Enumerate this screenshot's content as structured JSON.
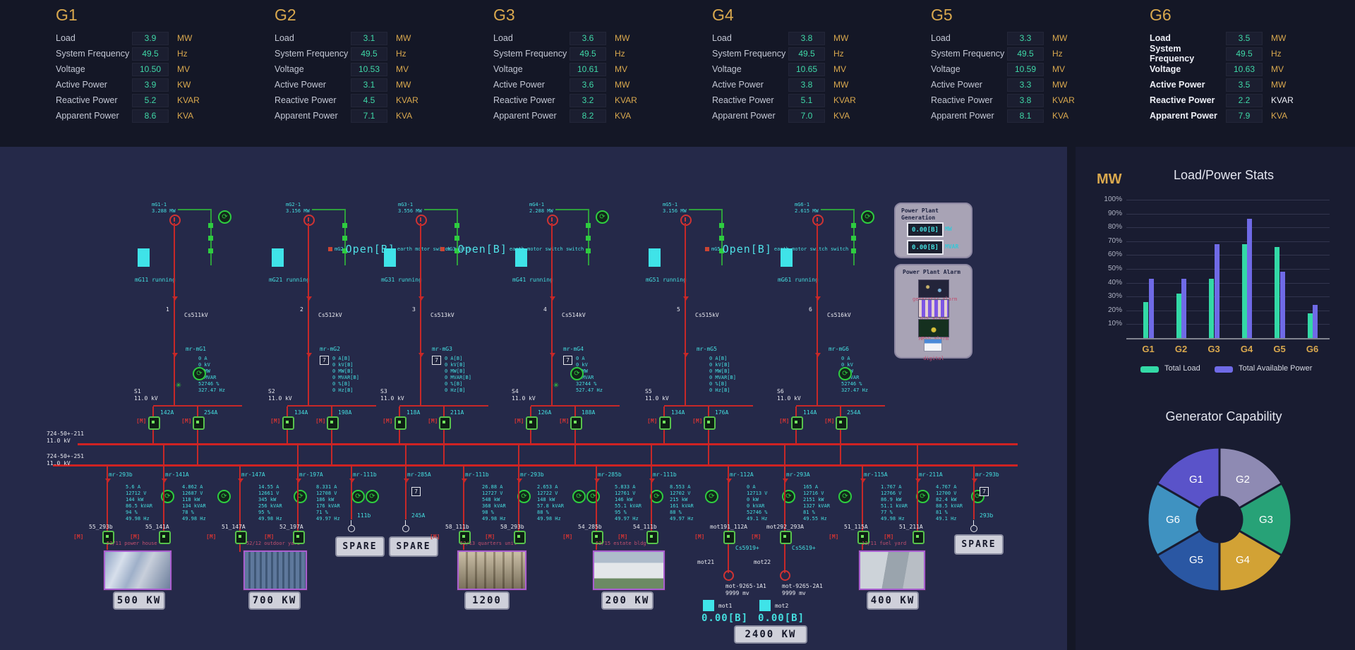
{
  "header": {
    "row_labels": [
      "Load",
      "System Frequency",
      "Voltage",
      "Active Power",
      "Reactive Power",
      "Apparent Power"
    ],
    "generators": [
      {
        "name": "G1",
        "highlight": false,
        "rows": [
          [
            "3.9",
            "MW"
          ],
          [
            "49.5",
            "Hz"
          ],
          [
            "10.50",
            "MV"
          ],
          [
            "3.9",
            "KW"
          ],
          [
            "5.2",
            "KVAR"
          ],
          [
            "8.6",
            "KVA"
          ]
        ]
      },
      {
        "name": "G2",
        "highlight": false,
        "rows": [
          [
            "3.1",
            "MW"
          ],
          [
            "49.5",
            "Hz"
          ],
          [
            "10.53",
            "MV"
          ],
          [
            "3.1",
            "MW"
          ],
          [
            "4.5",
            "KVAR"
          ],
          [
            "7.1",
            "KVA"
          ]
        ]
      },
      {
        "name": "G3",
        "highlight": false,
        "rows": [
          [
            "3.6",
            "MW"
          ],
          [
            "49.5",
            "Hz"
          ],
          [
            "10.61",
            "MV"
          ],
          [
            "3.6",
            "MW"
          ],
          [
            "3.2",
            "KVAR"
          ],
          [
            "8.2",
            "KVA"
          ]
        ]
      },
      {
        "name": "G4",
        "highlight": false,
        "rows": [
          [
            "3.8",
            "MW"
          ],
          [
            "49.5",
            "Hz"
          ],
          [
            "10.65",
            "MV"
          ],
          [
            "3.8",
            "MW"
          ],
          [
            "5.1",
            "KVAR"
          ],
          [
            "7.0",
            "KVA"
          ]
        ]
      },
      {
        "name": "G5",
        "highlight": false,
        "rows": [
          [
            "3.3",
            "MW"
          ],
          [
            "49.5",
            "Hz"
          ],
          [
            "10.59",
            "MV"
          ],
          [
            "3.3",
            "MW"
          ],
          [
            "3.8",
            "KVAR"
          ],
          [
            "8.1",
            "KVA"
          ]
        ]
      },
      {
        "name": "G6",
        "highlight": true,
        "rows": [
          [
            "3.5",
            "MW"
          ],
          [
            "49.5",
            "Hz"
          ],
          [
            "10.63",
            "MV"
          ],
          [
            "3.5",
            "MW"
          ],
          [
            "2.2",
            "KVAR"
          ],
          [
            "7.9",
            "KVA"
          ]
        ]
      }
    ]
  },
  "sidebar": {
    "bar_chart_unit": "MW"
  },
  "chart_data": [
    {
      "type": "bar",
      "title": "Load/Power Stats",
      "categories": [
        "G1",
        "G2",
        "G3",
        "G4",
        "G5",
        "G6"
      ],
      "series": [
        {
          "name": "Total Load",
          "color": "#33d9a6",
          "values": [
            26,
            32,
            43,
            68,
            66,
            18
          ]
        },
        {
          "name": "Total Available Power",
          "color": "#6f6ae6",
          "values": [
            43,
            43,
            68,
            86,
            48,
            24
          ]
        }
      ],
      "ylabel": "MW",
      "ytick_labels": [
        "100%",
        "90%",
        "80%",
        "70%",
        "60%",
        "50%",
        "40%",
        "30%",
        "20%",
        "10%"
      ],
      "ylim": [
        0,
        100
      ],
      "grid": true,
      "legend_position": "bottom"
    },
    {
      "type": "pie",
      "title": "Generator Capability",
      "labels": [
        "G2",
        "G3",
        "G4",
        "G5",
        "G6",
        "G1"
      ],
      "values": [
        1,
        1,
        1,
        1,
        1,
        1
      ],
      "colors": [
        "#8e8ab3",
        "#27a277",
        "#d2a235",
        "#2a57a3",
        "#3f92c1",
        "#5a53c9"
      ],
      "donut_hole": 0.3
    }
  ],
  "diagram": {
    "bus_labels": [
      {
        "line1": "724-50+-211",
        "line2": "11.0 kV"
      },
      {
        "line1": "724-50+-251",
        "line2": "11.0 kV"
      }
    ],
    "generator_columns": [
      {
        "x": 247,
        "tag": "mG1-1",
        "mw": "3.288 MW",
        "running": "mG11 running",
        "open": null,
        "motor_icon": true,
        "star": true,
        "meter_tag": "mr-mG1",
        "meter": [
          "0 A",
          "0 kV",
          "0 MW",
          "0 MVAR",
          "52746 %",
          "327.47 Hz"
        ],
        "bicon": false,
        "digit": "1",
        "cs": "Cs511kV",
        "junction": "S1",
        "junction_kv": "11.0 kV",
        "amp_left": "142A",
        "amp_right": "254A"
      },
      {
        "x": 437,
        "tag": "mG2-1",
        "mw": "3.156 MW",
        "running": "mG21 running",
        "open": {
          "pre": "mG2",
          "text": "Open[B]",
          "suf": "switch",
          "sub": "earth motor switch"
        },
        "motor_icon": false,
        "star": false,
        "meter_tag": "mr-mG2",
        "meter": [
          "0 A[B]",
          "0 kV[B]",
          "0 MW[B]",
          "0 MVAR[B]",
          "0 %[B]",
          "0 Hz[B]"
        ],
        "bicon": true,
        "digit": "2",
        "cs": "Cs512kV",
        "junction": "S2",
        "junction_kv": "11.0 kV",
        "amp_left": "134A",
        "amp_right": "198A"
      },
      {
        "x": 596,
        "tag": "mG3-1",
        "mw": "3.556 MW",
        "running": "mG31 running",
        "open": {
          "pre": "mG3",
          "text": "Open[B]",
          "suf": "switch",
          "sub": "earth motor switch"
        },
        "motor_icon": false,
        "star": false,
        "meter_tag": "mr-mG3",
        "meter": [
          "0 A[B]",
          "0 kV[B]",
          "0 MW[B]",
          "0 MVAR[B]",
          "0 %[B]",
          "0 Hz[B]"
        ],
        "bicon": true,
        "digit": "3",
        "cs": "Cs513kV",
        "junction": "S3",
        "junction_kv": "11.0 kV",
        "amp_left": "118A",
        "amp_right": "211A"
      },
      {
        "x": 782,
        "tag": "mG4-1",
        "mw": "2.288 MW",
        "running": "mG41 running",
        "open": null,
        "motor_icon": true,
        "star": true,
        "meter_tag": "mr-mG4",
        "meter": [
          "0 A",
          "0 kV",
          "0 MW",
          "0 MVAR",
          "32744 %",
          "527.47 Hz"
        ],
        "bicon": true,
        "digit": "4",
        "cs": "Cs514kV",
        "junction": "S4",
        "junction_kv": "11.0 kV",
        "amp_left": "126A",
        "amp_right": "188A"
      },
      {
        "x": 971,
        "tag": "mG5-1",
        "mw": "3.156 MW",
        "running": "mG51 running",
        "open": {
          "pre": "mG5",
          "text": "Open[B]",
          "suf": "switch",
          "sub": "earth motor switch"
        },
        "motor_icon": false,
        "star": false,
        "meter_tag": "mr-mG5",
        "meter": [
          "0 A[B]",
          "0 kV[B]",
          "0 MW[B]",
          "0 MVAR[B]",
          "0 %[B]",
          "0 Hz[B]"
        ],
        "bicon": false,
        "digit": "5",
        "cs": "Cs515kV",
        "junction": "S5",
        "junction_kv": "11.0 kV",
        "amp_left": "134A",
        "amp_right": "176A"
      },
      {
        "x": 1158,
        "tag": "mG6-1",
        "mw": "2.615 MW",
        "running": "mG61 running",
        "open": null,
        "motor_icon": true,
        "star": false,
        "meter_tag": "mr-mG6",
        "meter": [
          "0 A",
          "0 kV",
          "0 MW",
          "0 MVAR",
          "52746 %",
          "327.47 Hz"
        ],
        "bicon": false,
        "digit": "6",
        "cs": "Cs516kV",
        "junction": "S6",
        "junction_kv": "11.0 kV",
        "amp_left": "114A",
        "amp_right": "254A"
      }
    ],
    "feeders": [
      {
        "x": 152,
        "bus": 2,
        "tag": "mr-293b",
        "breaker": "55_293b",
        "meter": [
          "5.6 A",
          "12712 V",
          "144 kW",
          "86.5 kVAR",
          "94 %",
          "49.98 Hz"
        ],
        "icons": 1,
        "load": {
          "type": "photo",
          "style": "ph-plant",
          "px": 147,
          "pw": 92,
          "caption": "52/11 power house",
          "kw": "500 KW",
          "kx": 160,
          "kwW": 70
        }
      },
      {
        "x": 232,
        "bus": 1,
        "tag": "mr-141A",
        "breaker": "55_141A",
        "meter": [
          "4.862 A",
          "12687 V",
          "118 kW",
          "134 kVAR",
          "78 %",
          "49.98 Hz"
        ],
        "icons": 1,
        "load": null
      },
      {
        "x": 340,
        "bus": 2,
        "tag": "mr-147A",
        "breaker": "51_147A",
        "meter": [
          "14.55 A",
          "12661 V",
          "345 kW",
          "256 kVAR",
          "95 %",
          "49.98 Hz"
        ],
        "icons": 1,
        "load": {
          "type": "photo",
          "style": "ph-yard",
          "px": 345,
          "pw": 86,
          "caption": "52/12 outdoor yard",
          "kw": "700 KW",
          "kx": 352,
          "kwW": 70
        }
      },
      {
        "x": 422,
        "bus": 1,
        "tag": "mr-197A",
        "breaker": "52_197A",
        "meter": [
          "8.331 A",
          "12708 V",
          "186 kW",
          "176 kVAR",
          "71 %",
          "49.97 Hz"
        ],
        "icons": 2,
        "load": null
      },
      {
        "x": 498,
        "bus": 2,
        "tag": "mr-111b",
        "amps": "111b",
        "disconnect": true,
        "load": {
          "type": "spare",
          "sx": 475,
          "sy": 760
        }
      },
      {
        "x": 575,
        "bus": 1,
        "tag": "mr-285A",
        "amps": "245A",
        "disconnect": true,
        "wicon": true,
        "load": {
          "type": "spare",
          "sx": 551,
          "sy": 760
        }
      },
      {
        "x": 657,
        "bus": 2,
        "tag": "mr-111b",
        "breaker": "58_111b",
        "meter": [
          "26.88 A",
          "12727 V",
          "548 kW",
          "368 kVAR",
          "98 %",
          "49.98 Hz"
        ],
        "icons": 1,
        "load": {
          "type": "photo",
          "style": "ph-gear",
          "px": 648,
          "pw": 94,
          "caption": "52/13 quarters unit",
          "kw": "1200",
          "kx": 658,
          "kwW": 60
        }
      },
      {
        "x": 735,
        "bus": 1,
        "tag": "mr-293b",
        "breaker": "58_293b",
        "meter": [
          "2.653 A",
          "12722 V",
          "148 kW",
          "57.8 kVAR",
          "88 %",
          "49.98 Hz"
        ],
        "icons": 2,
        "load": null
      },
      {
        "x": 845,
        "bus": 2,
        "tag": "mr-285b",
        "breaker": "54_285b",
        "meter": [
          "5.833 A",
          "12761 V",
          "146 kW",
          "55.1 kVAR",
          "95 %",
          "49.97 Hz"
        ],
        "icons": 1,
        "load": {
          "type": "photo",
          "style": "ph-bldg",
          "px": 840,
          "pw": 98,
          "caption": "52/15 estate bldg",
          "kw": "200 KW",
          "kx": 852,
          "kwW": 70
        }
      },
      {
        "x": 923,
        "bus": 1,
        "tag": "mr-111b",
        "breaker": "54_111b",
        "meter": [
          "8.553 A",
          "12702 V",
          "215 kW",
          "161 kVAR",
          "88 %",
          "49.97 Hz"
        ],
        "icons": 1,
        "load": null
      },
      {
        "x": 1032,
        "bus": 2,
        "tag": "mr-112A",
        "breaker": "mot191_112A",
        "meter": [
          "0 A",
          "12713 V",
          "0 kW",
          "0 kVAR",
          "52746 %",
          "49.1 Hz"
        ],
        "icons": 1,
        "motor": {
          "cs": "Cs5919+",
          "label": "mot21",
          "name": "mot-9265-1A1",
          "mv": "9999 mv",
          "box": "mot1",
          "value": "0.00[B]"
        },
        "load": null
      },
      {
        "x": 1112,
        "bus": 1,
        "tag": "mr-293A",
        "breaker": "mot292_293A",
        "meter": [
          "165 A",
          "12716 V",
          "2151 kW",
          "1327 kVAR",
          "81 %",
          "49.55 Hz"
        ],
        "icons": 1,
        "motor": {
          "cs": "Cs5619+",
          "label": "mot22",
          "name": "mot-9265-2A1",
          "mv": "9999 mv",
          "box": "mot2",
          "value": "0.00[B]"
        },
        "load": null
      },
      {
        "x": 1222,
        "bus": 2,
        "tag": "mr-115A",
        "breaker": "51_115A",
        "meter": [
          "1.767 A",
          "12766 V",
          "86.9 kW",
          "51.1 kVAR",
          "77 %",
          "49.98 Hz"
        ],
        "icons": 1,
        "load": {
          "type": "photo",
          "style": "ph-tank",
          "px": 1217,
          "pw": 90,
          "caption": "12/11 fuel yard",
          "kw": "400 KW",
          "kx": 1228,
          "kwW": 70
        }
      },
      {
        "x": 1300,
        "bus": 1,
        "tag": "mr-211A",
        "breaker": "51_211A",
        "meter": [
          "4.767 A",
          "12700 V",
          "82.4 kW",
          "88.5 kVAR",
          "81 %",
          "49.1 Hz"
        ],
        "icons": 1,
        "load": null
      },
      {
        "x": 1380,
        "bus": 2,
        "tag": "mr-293b",
        "amps": "293b",
        "disconnect": true,
        "wicon": true,
        "load": {
          "type": "spare",
          "sx": 1352,
          "sy": 757
        }
      }
    ],
    "motor_total_kw": "2400 KW",
    "panels": {
      "generation": {
        "title1": "Power Plant",
        "title2": "Generation",
        "rows": [
          {
            "value": "0.00[B]",
            "unit": "MW"
          },
          {
            "value": "0.00[B]",
            "unit": "MVAR"
          }
        ]
      },
      "alarm": {
        "title": "Power Plant Alarm",
        "items": [
          {
            "caption": "generator alarm",
            "style": "th1"
          },
          {
            "caption": "G/S alarm",
            "style": "th2"
          },
          {
            "caption": "HRSG alarm",
            "style": "th3"
          },
          {
            "caption": "digital",
            "style": "th4"
          }
        ]
      }
    }
  }
}
